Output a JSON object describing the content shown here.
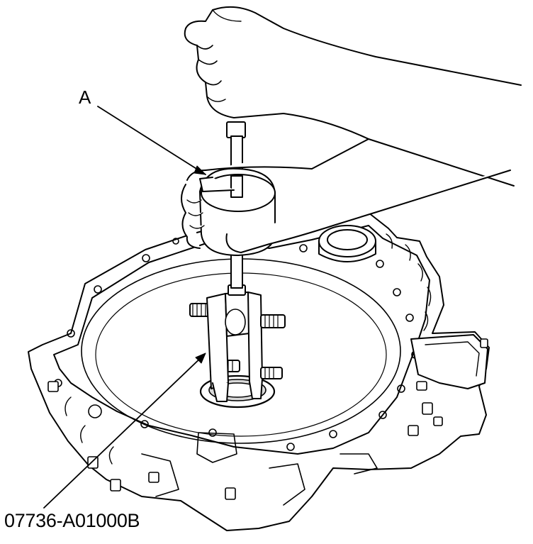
{
  "labels": {
    "callout_a": "A",
    "part_number": "07736-A01000B"
  },
  "colors": {
    "line": "#000000",
    "fill": "#ffffff",
    "shade": "#d9d9d9"
  },
  "icons": {
    "main": "transmission-housing-with-bearing-puller",
    "tool": "slide-hammer-icon"
  }
}
